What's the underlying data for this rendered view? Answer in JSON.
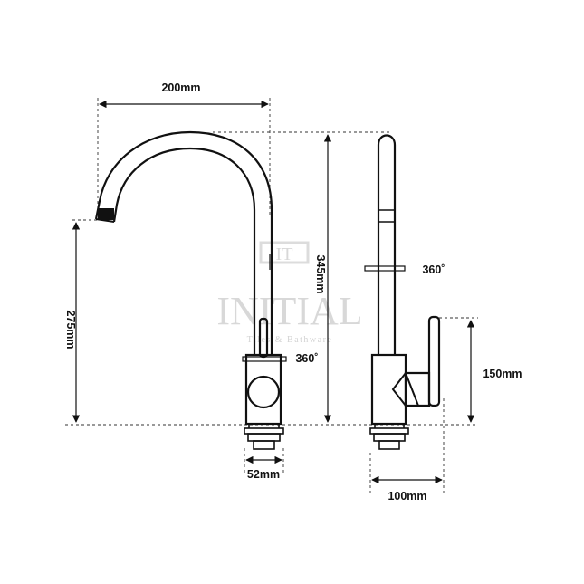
{
  "dimensions": {
    "spout_reach": "200mm",
    "spout_height": "275mm",
    "overall_height": "345mm",
    "base_diameter": "52mm",
    "handle_height": "150mm",
    "side_depth": "100mm"
  },
  "rotation": {
    "front": "360˚",
    "side": "360˚"
  },
  "watermark": {
    "brand": "INITIAL",
    "tagline": "Tiles & Bathware",
    "logo_letters": "IT"
  },
  "colors": {
    "line": "#111111",
    "watermark": "#d4d4d4"
  }
}
